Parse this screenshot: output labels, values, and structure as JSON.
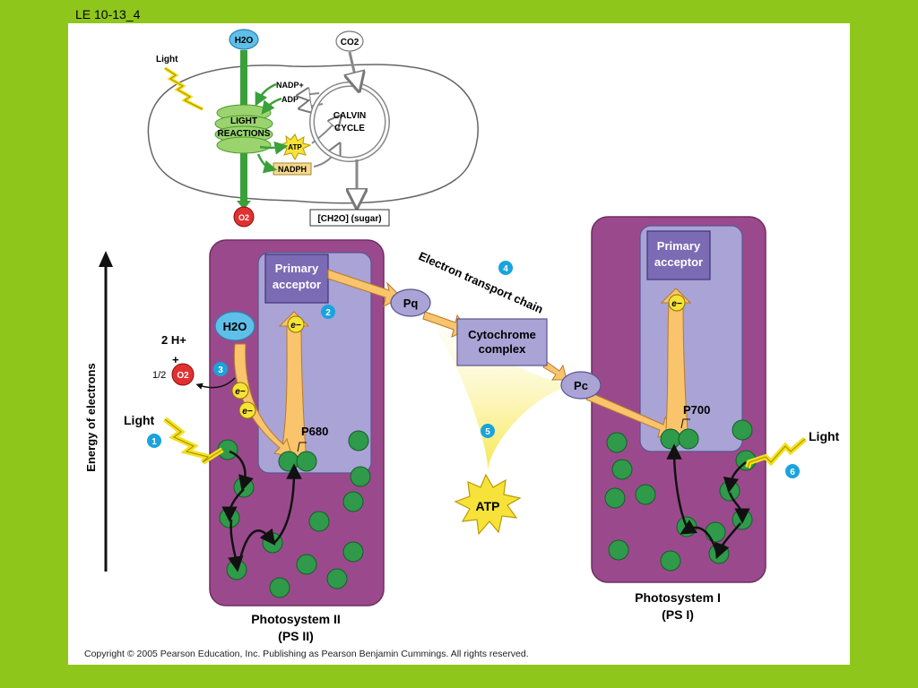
{
  "slide_label": "LE 10-13_4",
  "copyright": "Copyright © 2005 Pearson Education, Inc. Publishing as Pearson Benjamin Cummings. All rights reserved.",
  "overview": {
    "h2o": "H2O",
    "co2": "CO2",
    "light": "Light",
    "nadp": "NADP+",
    "adp": "ADP",
    "light_reactions": [
      "LIGHT",
      "REACTIONS"
    ],
    "calvin_cycle": [
      "CALVIN",
      "CYCLE"
    ],
    "atp": "ATP",
    "nadph": "NADPH",
    "o2": "O2",
    "sugar": "[CH2O] (sugar)"
  },
  "main": {
    "y_axis_label": "Energy of electrons",
    "ps2": {
      "primary_acceptor": [
        "Primary",
        "acceptor"
      ],
      "p680": "P680",
      "name": [
        "Photosystem II",
        "(PS II)"
      ]
    },
    "ps1": {
      "primary_acceptor": [
        "Primary",
        "acceptor"
      ],
      "p700": "P700",
      "name": [
        "Photosystem I",
        "(PS I)"
      ]
    },
    "h2o": "H2O",
    "two_h_plus": "2 H+",
    "plus": "+",
    "half_o2": "1/2",
    "o2": "O2",
    "electron": "e−",
    "light_left": "Light",
    "light_right": "Light",
    "pq": "Pq",
    "pc": "Pc",
    "cytochrome": [
      "Cytochrome",
      "complex"
    ],
    "etc_label": "Electron transport chain",
    "atp": "ATP",
    "steps": [
      "1",
      "2",
      "3",
      "4",
      "5",
      "6"
    ]
  }
}
